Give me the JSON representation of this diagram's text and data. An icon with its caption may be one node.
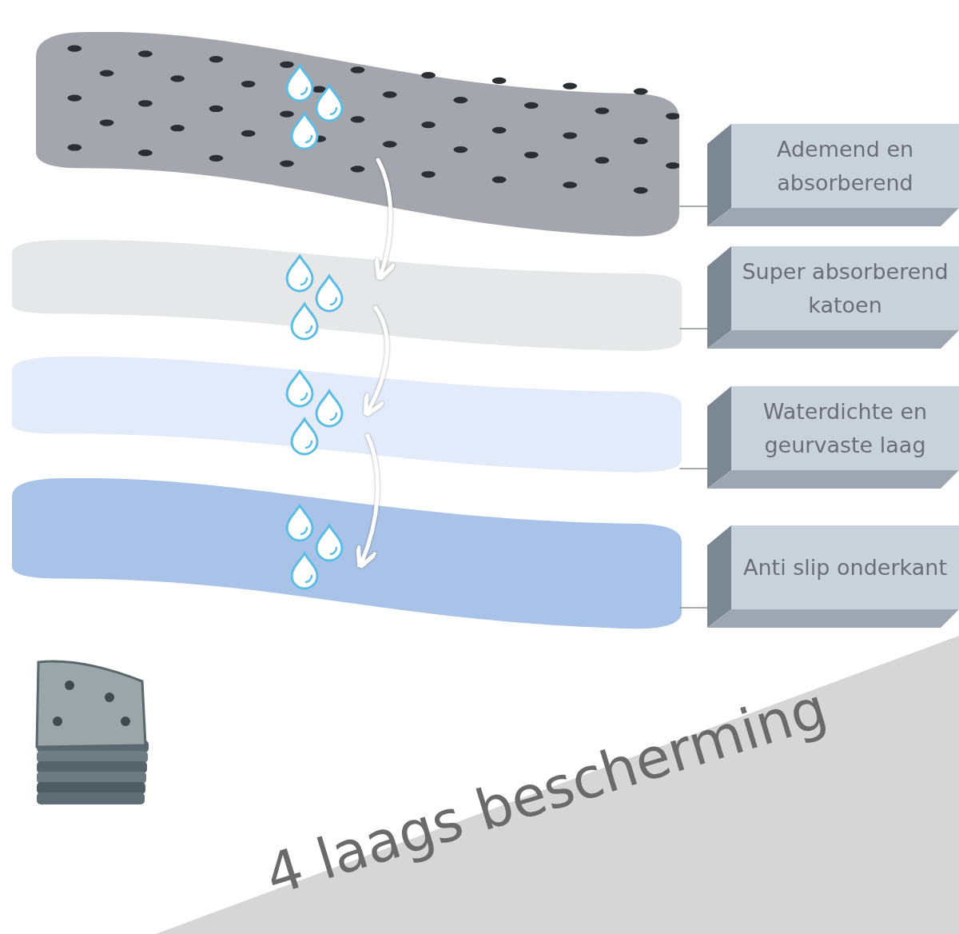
{
  "diagram": {
    "title": "4 laags bescherming",
    "nodes": [
      {
        "text": [],
        "shape": "picture"
      },
      {
        "text": [],
        "shape": "picture"
      },
      {
        "text": [],
        "shape": "picture"
      },
      {
        "text": [],
        "shape": "picture"
      },
      {
        "text": [
          "Ademend en absorberend"
        ]
      },
      {
        "text": [
          "Super absorberend katoen"
        ]
      },
      {
        "text": [
          "Waterdichte en geurvaste laag"
        ]
      },
      {
        "text": [
          "Anti slip onderkant"
        ]
      }
    ],
    "edges": [
      {
        "from": 0,
        "to": 1,
        "arrow": "to",
        "style": "thick",
        "color": "#ffffff"
      },
      {
        "from": 1,
        "to": 2,
        "arrow": "to",
        "style": "thick",
        "color": "#ffffff"
      },
      {
        "from": 2,
        "to": 3,
        "arrow": "to",
        "style": "thick",
        "color": "#ffffff"
      },
      {
        "from": 4,
        "to": 0,
        "arrow": "none"
      },
      {
        "from": 5,
        "to": 1,
        "arrow": "none"
      },
      {
        "from": 6,
        "to": 2,
        "arrow": "none"
      },
      {
        "from": 7,
        "to": 3,
        "arrow": "none"
      }
    ]
  }
}
